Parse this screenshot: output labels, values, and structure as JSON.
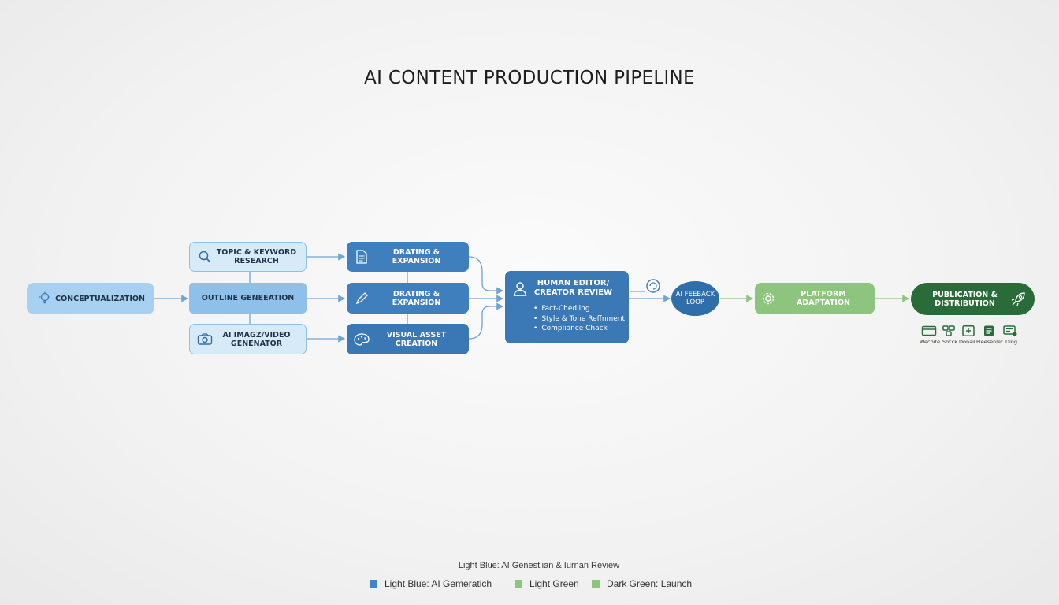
{
  "title": "AI CONTENT PRODUCTION PIPELINE",
  "nodes": {
    "conceptualization": "CONCEPTUALIZATION",
    "topic_research": "TOPIC & KEYWORD RESEARCH",
    "outline_generation": "OUTLINE GENEEATION",
    "ai_image_video": "AI IMAGZ/VIDEO GENENATOR",
    "drafting_1": "DRATING & EXPANSION",
    "drafting_2": "DRATING & EXPANSION",
    "visual_asset": "VISUAL ASSET CREATION",
    "review_title": "HUMAN EDITOR/ CREATOR REVIEW",
    "review_items": [
      "Fact-Chedling",
      "Style & Tone Reffnment",
      "Compliance Chack"
    ],
    "ai_feedback": "AI FEEBACK LOOP",
    "platform_adaptation": "PLATFORM ADAPTATION",
    "publication": "PUBLICATION & DISTRIBUTION"
  },
  "channels": [
    "Wecbite",
    "Socck",
    "Donail",
    "Pleesenler",
    "Ding"
  ],
  "legend": {
    "caption": "Light Blue: AI Genestlian & Iurnan Review",
    "items": [
      {
        "label": "Light Blue: AI Gemeratich",
        "color": "#3f86c8"
      },
      {
        "label": "Light Green",
        "color": "#8dc57e"
      },
      {
        "label": "Dark Green: Launch",
        "color": "#8dc57e"
      }
    ]
  },
  "colors": {
    "pale_blue": "#d7eaf8",
    "light_blue": "#a8d0f0",
    "blue": "#3f7fbe",
    "light_green": "#8dc57e",
    "dark_green": "#2a6b3a"
  }
}
